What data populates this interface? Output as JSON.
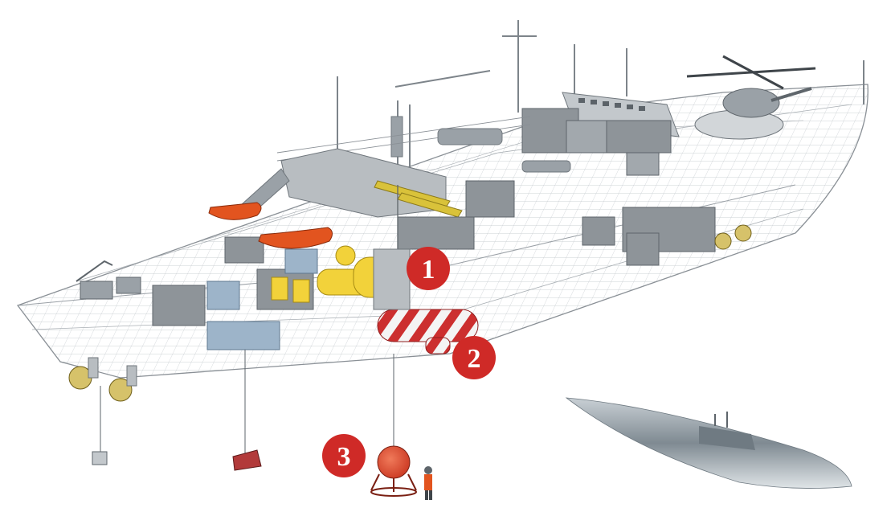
{
  "markers": [
    {
      "label": "1",
      "color": "#cf2a27"
    },
    {
      "label": "2",
      "color": "#cf2a27"
    },
    {
      "label": "3",
      "color": "#cf2a27"
    }
  ],
  "colors": {
    "hull_mesh": "#a9b0b6",
    "structure_gray": "#8e9499",
    "lifeboat_orange": "#e2541f",
    "chamber_yellow": "#f2d23a",
    "rescue_red": "#cc2f2f",
    "cylinder_blue": "#9db4c9",
    "submarine": "#7f8a92"
  },
  "icons": [
    "helicopter-icon",
    "propeller-icon",
    "lifeboat-icon",
    "rescue-submersible-icon",
    "diving-bell-icon",
    "submarine-icon",
    "diver-figure-icon"
  ]
}
